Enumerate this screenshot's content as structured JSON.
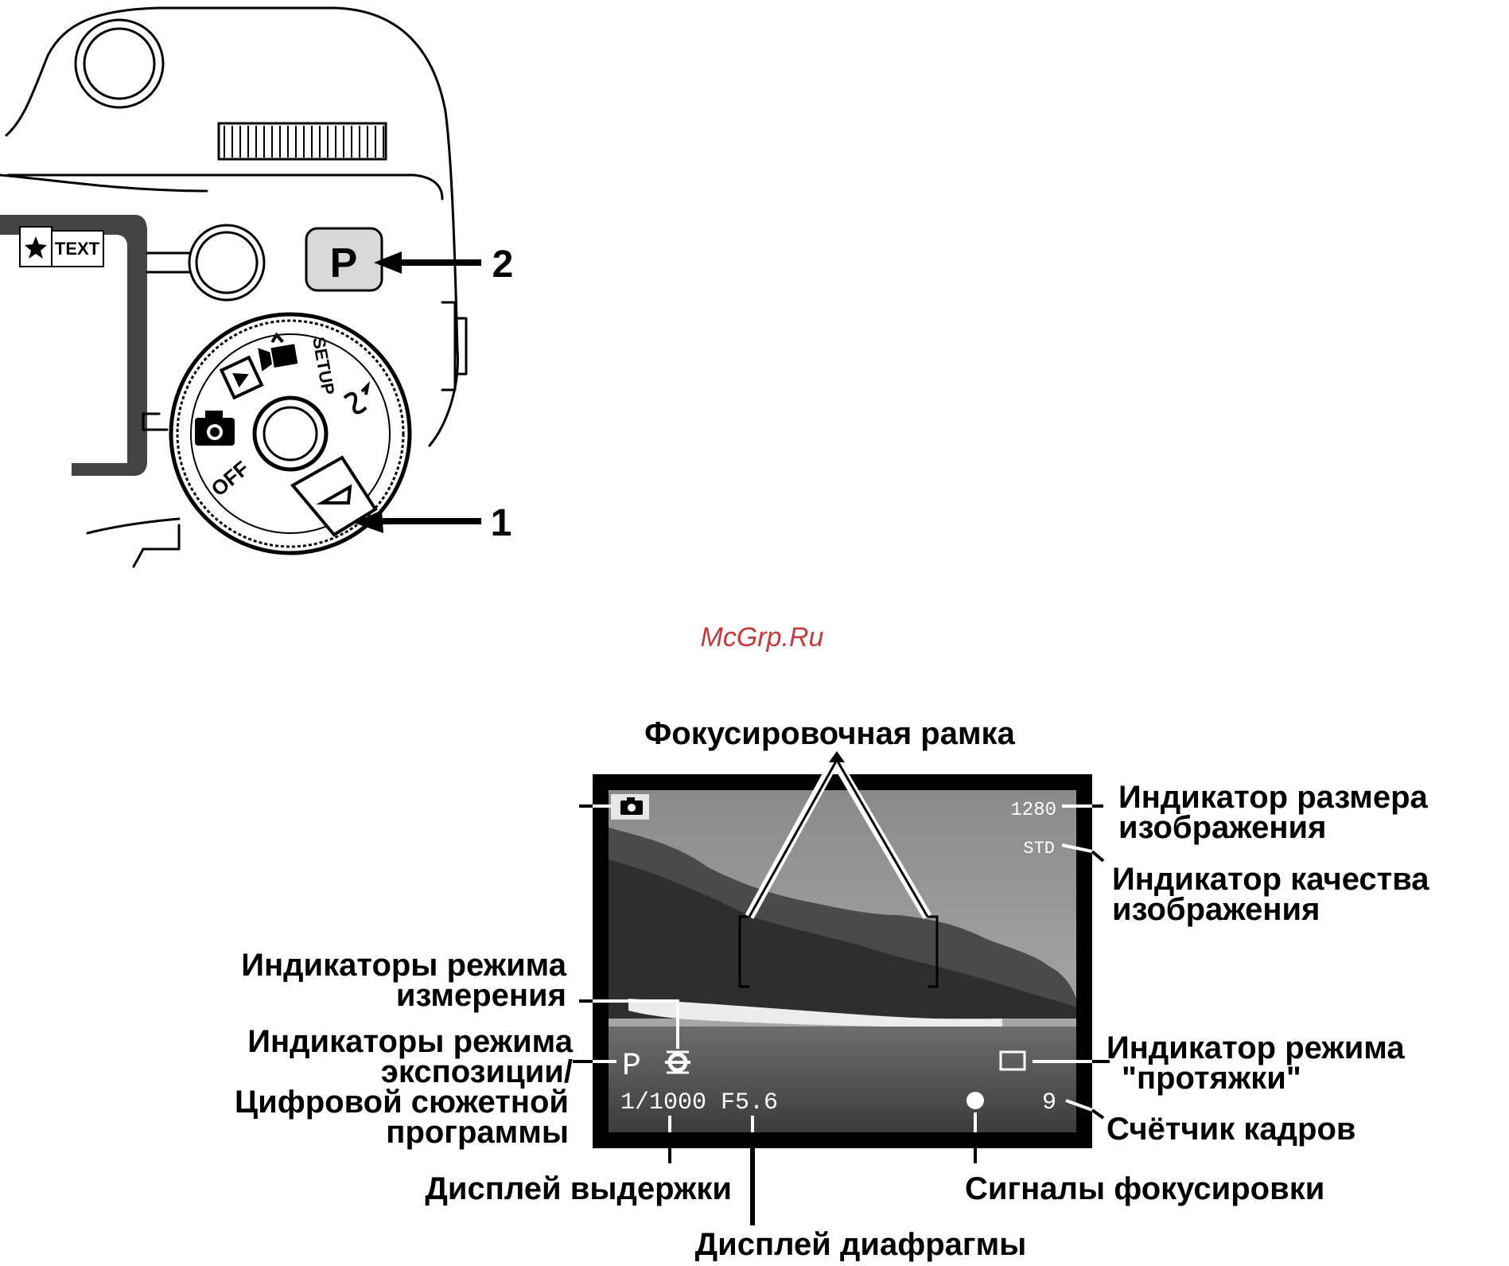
{
  "camera_figure": {
    "text_badge": "TEXT",
    "p_button": "P",
    "dial_labels": {
      "setup": "SETUP",
      "off": "OFF"
    },
    "callout_1": "1",
    "callout_2": "2"
  },
  "watermark": "McGrp.Ru",
  "lcd": {
    "image_size": "1280",
    "image_quality": "STD",
    "exposure_mode": "P",
    "shutter_speed": "1/1000",
    "aperture": "F5.6",
    "frame_count": "9"
  },
  "labels": {
    "focus_frame": "Фокусировочная рамка",
    "image_size_l1": "Индикатор размера",
    "image_size_l2": "изображения",
    "image_quality_l1": "Индикатор качества",
    "image_quality_l2": "изображения",
    "metering_l1": "Индикаторы режима",
    "metering_l2": "измерения",
    "exposure_l1": "Индикаторы режима",
    "exposure_l2": "экспозиции/",
    "exposure_l3": "Цифровой сюжетной",
    "exposure_l4": "программы",
    "drive_l1": "Индикатор режима",
    "drive_l2": "\"протяжки\"",
    "frame_counter": "Счётчик кадров",
    "shutter_display": "Дисплей выдержки",
    "focus_signals": "Сигналы фокусировки",
    "aperture_display": "Дисплей диафрагмы"
  }
}
